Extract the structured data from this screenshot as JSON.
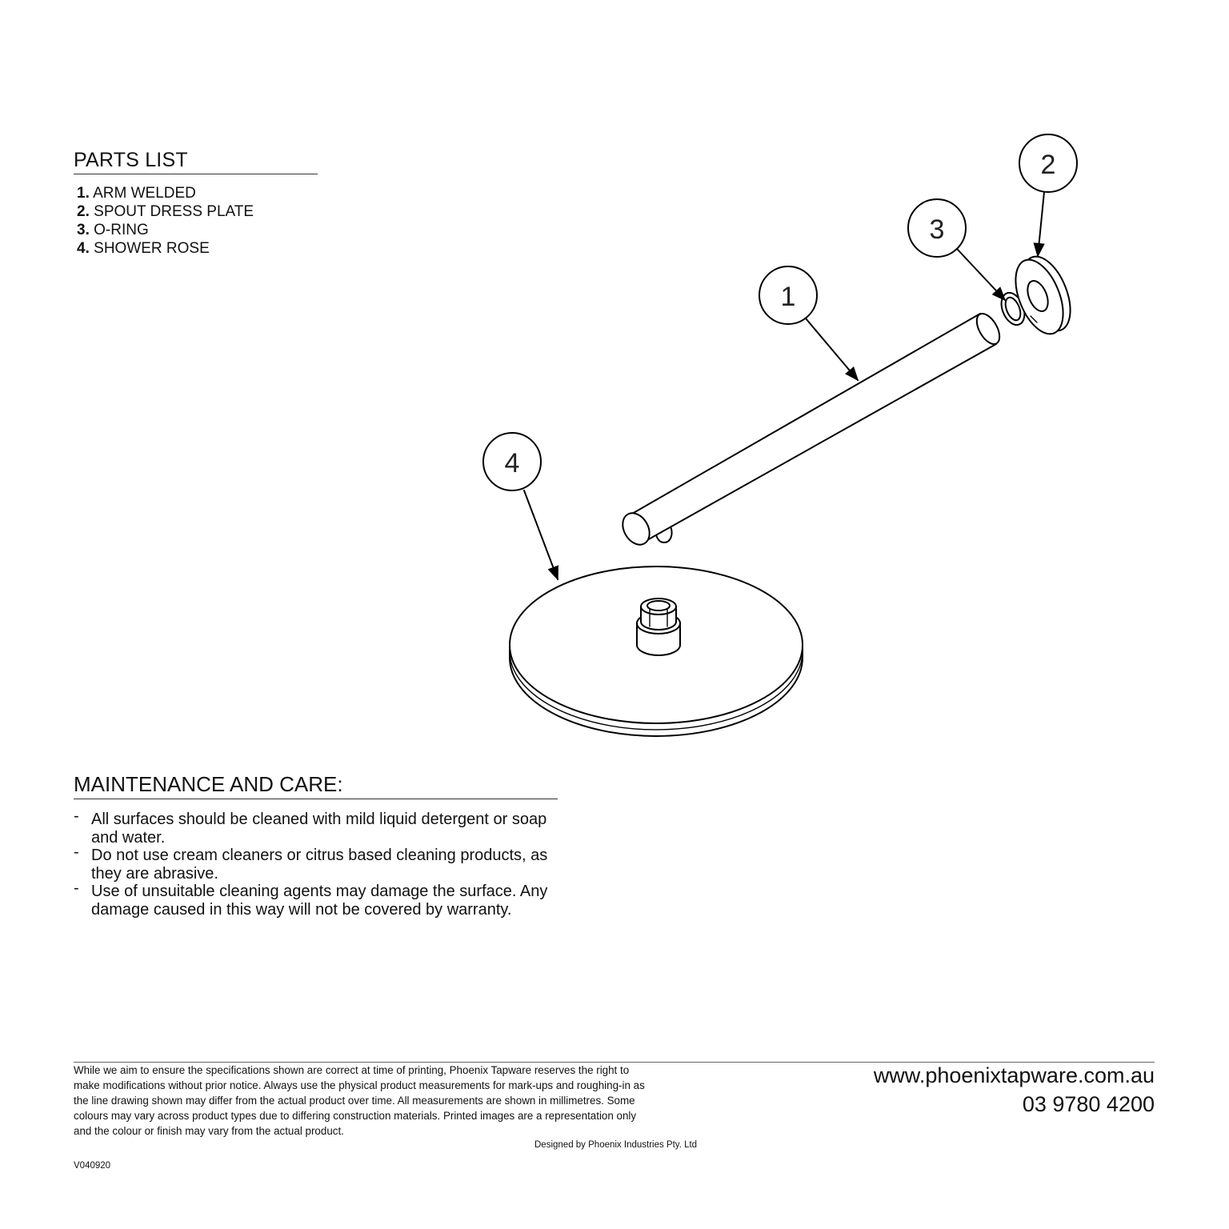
{
  "parts_list": {
    "title": "PARTS LIST",
    "items": [
      {
        "num": "1.",
        "label": "ARM WELDED"
      },
      {
        "num": "2.",
        "label": "SPOUT DRESS PLATE"
      },
      {
        "num": "3.",
        "label": "O-RING"
      },
      {
        "num": "4.",
        "label": "SHOWER ROSE"
      }
    ]
  },
  "callouts": [
    "1",
    "2",
    "3",
    "4"
  ],
  "maintenance": {
    "title": "MAINTENANCE AND CARE:",
    "bullet": "-",
    "items": [
      "All surfaces should be cleaned with mild liquid detergent or soap and water.",
      "Do not use cream cleaners or citrus based cleaning products, as they are abrasive.",
      "Use of unsuitable cleaning agents may damage the surface. Any damage caused in this way will not be covered by warranty."
    ]
  },
  "footer": {
    "disclaimer": "While we aim to ensure the specifications shown are correct at time of printing, Phoenix Tapware reserves the right to make modifications without prior notice. Always use the physical product measurements for mark-ups and roughing-in as the line drawing shown may differ from the actual product over time. All measurements are shown in millimetres.  Some colours may vary across product types due to differing construction materials. Printed images are a representation only and the colour or finish may vary from the actual product.",
    "designed_by": "Designed by Phoenix Industries Pty. Ltd",
    "version": "V040920",
    "website": "www.phoenixtapware.com.au",
    "phone": "03 9780 4200"
  }
}
